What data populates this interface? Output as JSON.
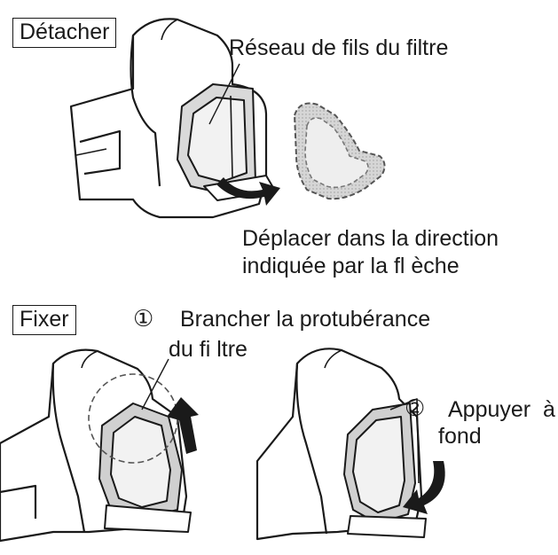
{
  "sections": {
    "detach": {
      "label": "Détacher",
      "filter_label": "Réseau de fils du filtre",
      "instruction_line1": "Déplacer dans la direction",
      "instruction_line2": "indiquée par la fl èche"
    },
    "attach": {
      "label": "Fixer",
      "step1_number": "①",
      "step1_line1": "Brancher la protubérance",
      "step1_line2": "du fi ltre",
      "step2_number": "②",
      "step2_line1": "Appuyer  à",
      "step2_line2": "fond"
    }
  },
  "colors": {
    "line": "#1a1a1a",
    "filter_fill": "#c8c8c8",
    "filter_light": "#e6e6e6"
  },
  "icons": [
    "curved-arrow-icon",
    "up-arrow-icon",
    "circled-number-icon"
  ]
}
